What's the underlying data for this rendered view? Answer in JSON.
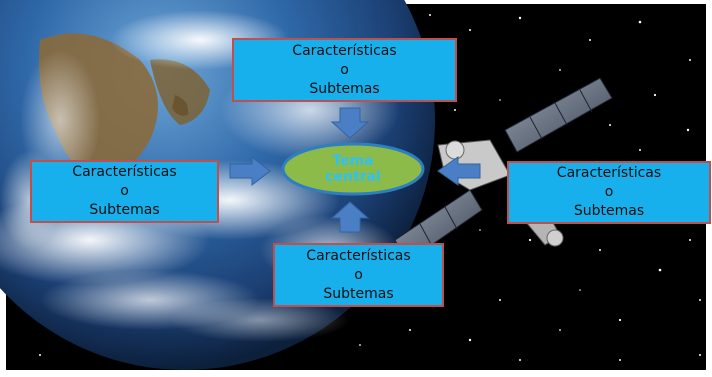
{
  "diagram": {
    "center": {
      "line1": "Tema",
      "line2": "central"
    },
    "boxes": {
      "top": {
        "line1": "Características",
        "line2": "o",
        "line3": "Subtemas"
      },
      "left": {
        "line1": "Características",
        "line2": "o",
        "line3": "Subtemas"
      },
      "right": {
        "line1": "Características",
        "line2": "o",
        "line3": "Subtemas"
      },
      "bottom": {
        "line1": "Características",
        "line2": "o",
        "line3": "Subtemas"
      }
    },
    "colors": {
      "box_fill": "#17b0ec",
      "box_border": "#c0504d",
      "center_fill": "#8dbb4a",
      "center_border": "#2d7fc0",
      "center_text": "#2fc2f0",
      "arrow_fill": "#4a7fc6",
      "space": "#000000",
      "ocean": "#2c5f9e"
    }
  }
}
